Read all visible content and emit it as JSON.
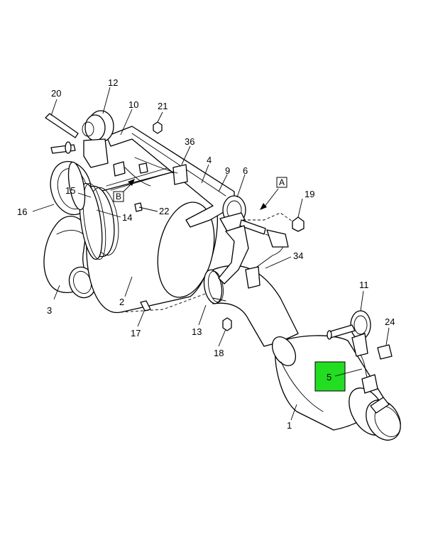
{
  "callouts": {
    "c1": "1",
    "c2": "2",
    "c3": "3",
    "c4": "4",
    "c5": "5",
    "c6": "6",
    "c9": "9",
    "c10": "10",
    "c11": "11",
    "c12": "12",
    "c13": "13",
    "c14": "14",
    "c15": "15",
    "c16": "16",
    "c17": "17",
    "c18": "18",
    "c19": "19",
    "c20": "20",
    "c21": "21",
    "c22": "22",
    "c24": "24",
    "c34": "34",
    "c36": "36"
  },
  "view_markers": {
    "a": "A",
    "b": "B"
  },
  "highlight_color": "#22dd22"
}
